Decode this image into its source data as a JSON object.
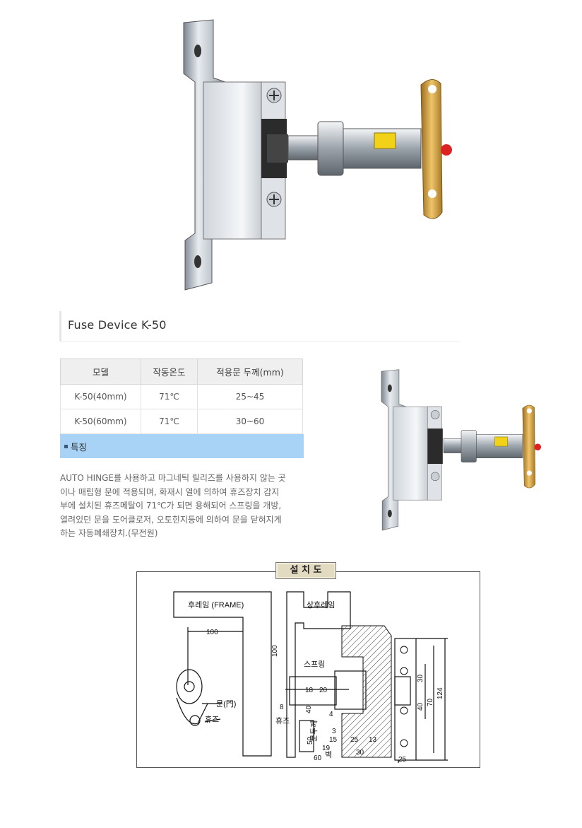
{
  "product": {
    "title": "Fuse Device K-50"
  },
  "spec_table": {
    "headers": [
      "모델",
      "작동온도",
      "적용문 두께(mm)"
    ],
    "rows": [
      [
        "K-50(40mm)",
        "71℃",
        "25~45"
      ],
      [
        "K-50(60mm)",
        "71℃",
        "30~60"
      ]
    ]
  },
  "features": {
    "heading": "특징",
    "lines": [
      "AUTO HINGE를 사용하고 마그네틱 릴리즈를 사용하지 않는 곳",
      "이나 매립형 문에 적용되며, 화재시 열에 의하여 휴즈장치 감지",
      "부에 설치된 휴즈메탈이 71℃가 되면 용해되어 스프링을 개방,",
      "열려있던 문을 도어클로저, 오토힌지등에 의하여 문을 닫혀지게",
      "하는 자동폐쇄장치.(무전원)"
    ]
  },
  "installation": {
    "heading": "설 치 도",
    "labels": {
      "frame": "후레임 (FRAME)",
      "upper_frame": "상후레임",
      "spring": "스프링",
      "door": "문(門)",
      "fuse": "휴즈",
      "fuse2": "휴즈",
      "door_thickness": "문두께",
      "wall": "벽"
    },
    "dimensions": [
      "100",
      "100",
      "8",
      "18",
      "20",
      "4",
      "3",
      "15",
      "25",
      "13",
      "50",
      "40",
      "60",
      "30",
      "30",
      "70",
      "124",
      "40",
      "25",
      "19"
    ]
  }
}
